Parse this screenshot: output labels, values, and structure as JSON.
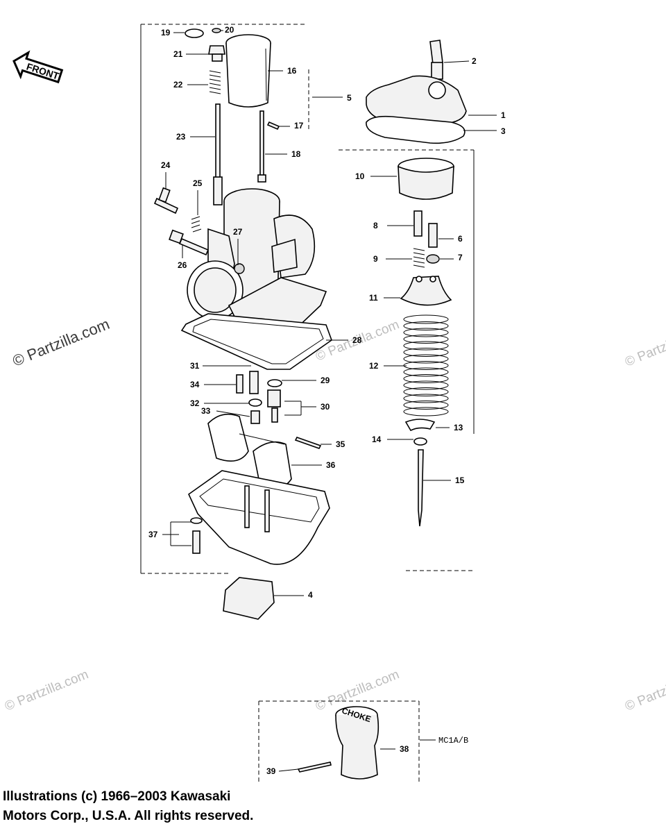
{
  "watermark": "© Partzilla.com",
  "front_label": "FRONT",
  "choke_cap_text": "CHOKE",
  "model_label": "MC1A/B",
  "copyright": [
    "Illustrations (c) 1966–2003 Kawasaki",
    "Motors Corp., U.S.A.  All rights reserved."
  ],
  "callouts": [
    "1",
    "2",
    "3",
    "4",
    "5",
    "6",
    "7",
    "8",
    "9",
    "10",
    "11",
    "12",
    "13",
    "14",
    "15",
    "16",
    "17",
    "18",
    "19",
    "20",
    "21",
    "22",
    "23",
    "24",
    "25",
    "26",
    "27",
    "28",
    "29",
    "30",
    "31",
    "32",
    "33",
    "34",
    "35",
    "36",
    "37",
    "38",
    "39"
  ]
}
